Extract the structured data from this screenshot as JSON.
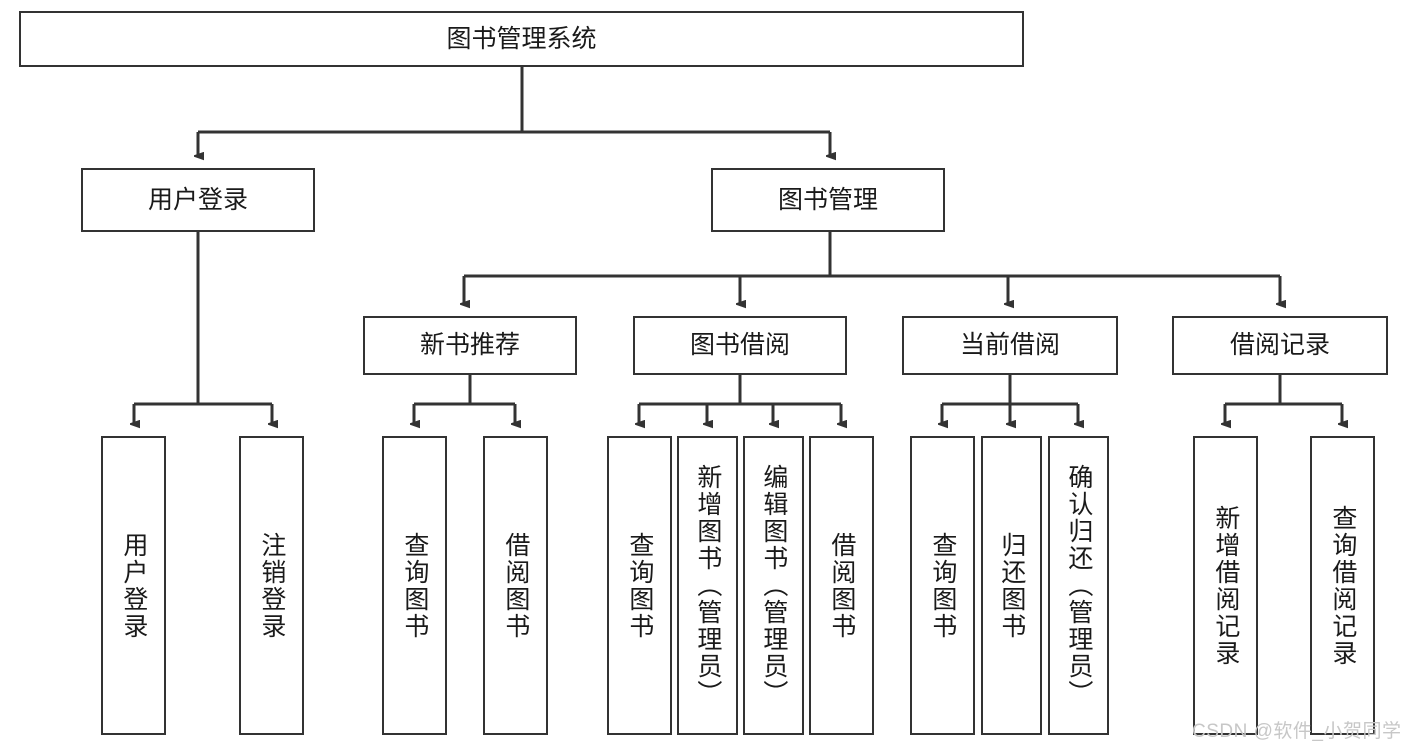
{
  "diagram": {
    "title": "图书管理系统",
    "type": "hierarchy-tree",
    "root": {
      "label": "图书管理系统"
    },
    "level2": [
      {
        "label": "用户登录"
      },
      {
        "label": "图书管理"
      }
    ],
    "level3": [
      {
        "label": "新书推荐"
      },
      {
        "label": "图书借阅"
      },
      {
        "label": "当前借阅"
      },
      {
        "label": "借阅记录"
      }
    ],
    "leaves": {
      "user_login": [
        {
          "label": "用户登录"
        },
        {
          "label": "注销登录"
        }
      ],
      "new_book_recommend": [
        {
          "label": "查询图书"
        },
        {
          "label": "借阅图书"
        }
      ],
      "book_borrow": [
        {
          "label": "查询图书"
        },
        {
          "label": "新增图书（管理员）"
        },
        {
          "label": "编辑图书（管理员）"
        },
        {
          "label": "借阅图书"
        }
      ],
      "current_borrow": [
        {
          "label": "查询图书"
        },
        {
          "label": "归还图书"
        },
        {
          "label": "确认归还（管理员）"
        }
      ],
      "borrow_records": [
        {
          "label": "新增借阅记录"
        },
        {
          "label": "查询借阅记录"
        }
      ]
    }
  },
  "watermark": {
    "text": "CSDN @软件_小贺同学"
  },
  "colors": {
    "box_border": "#333333",
    "box_fill": "#ffffff",
    "line": "#333333",
    "text": "#1a1a1a",
    "watermark": "#c7c7c7"
  }
}
